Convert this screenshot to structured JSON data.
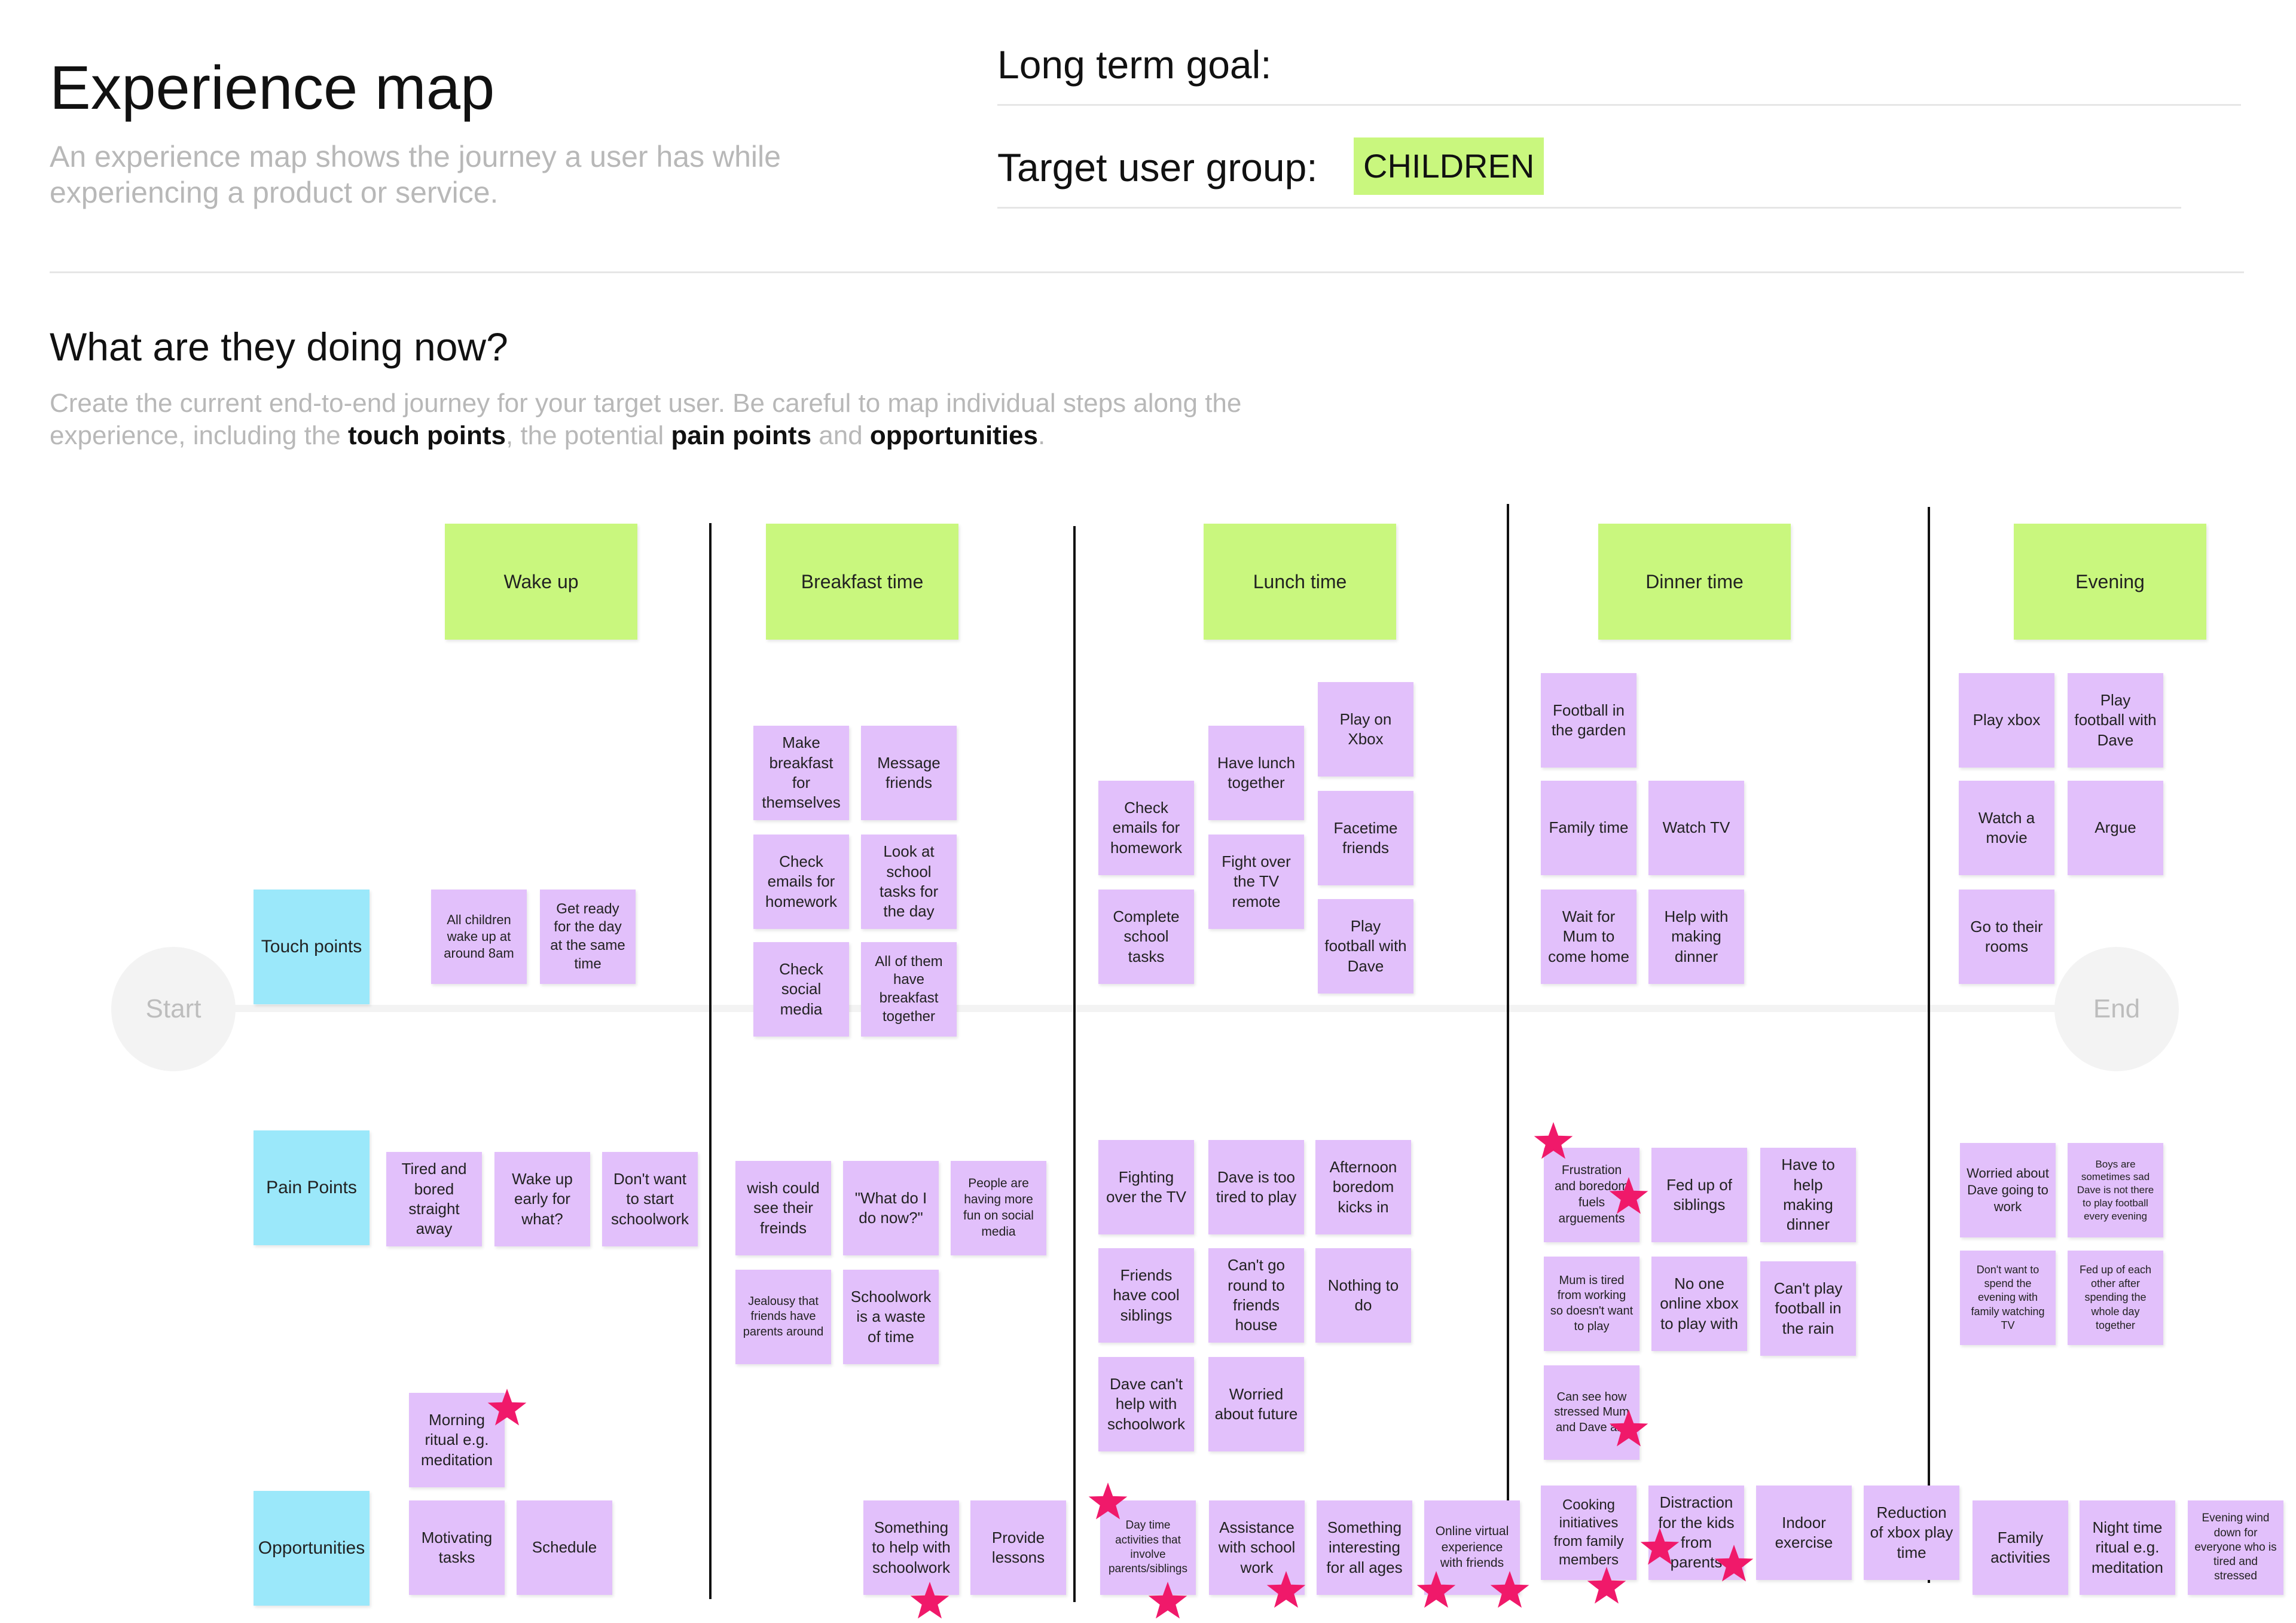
{
  "header": {
    "title": "Experience map",
    "subtitle": "An experience map shows the journey a user has while experiencing a product or service.",
    "long_term_goal_label": "Long term goal:",
    "target_user_group_label": "Target user group:",
    "target_user_group_value": "CHILDREN"
  },
  "section": {
    "heading": "What are they doing now?",
    "instructions_part1": "Create the current end-to-end journey for your target user. Be careful to map individual steps along the experience, including the ",
    "touch_points": "touch points",
    "instructions_part2": ", the potential ",
    "pain_points": "pain points",
    "instructions_part3": " and ",
    "opportunities": "opportunities",
    "instructions_part4": "."
  },
  "timeline": {
    "start_label": "Start",
    "end_label": "End"
  },
  "rows": {
    "touch_points": "Touch points",
    "pain_points": "Pain Points",
    "opportunities": "Opportunities"
  },
  "phases": [
    "Wake up",
    "Breakfast time",
    "Lunch time",
    "Dinner time",
    "Evening"
  ],
  "notes": {
    "wake_up": {
      "touch": [
        "All children wake up at around 8am",
        "Get ready for the day at the same time"
      ],
      "pain": [
        "Tired and bored straight away",
        "Wake up early for what?",
        "Don't want to start schoolwork"
      ],
      "opportunities": [
        "Morning ritual e.g. meditation",
        "Motivating tasks",
        "Schedule"
      ]
    },
    "breakfast": {
      "touch": [
        "Make breakfast for themselves",
        "Message friends",
        "Check emails for homework",
        "Look at school tasks for the day",
        "Check social media",
        "All of them have breakfast together"
      ],
      "pain": [
        "wish could see their freinds",
        "\"What do I do now?\"",
        "People are having more fun on social media",
        "Jealousy that friends have parents around",
        "Schoolwork is a waste of time"
      ],
      "opportunities": [
        "Something to help with schoolwork",
        "Provide lessons"
      ]
    },
    "lunch": {
      "touch": [
        "Play on Xbox",
        "Have lunch together",
        "Check emails for homework",
        "Facetime friends",
        "Fight over the TV remote",
        "Complete school tasks",
        "Play football with Dave"
      ],
      "pain": [
        "Fighting over the TV",
        "Dave is too tired to play",
        "Afternoon boredom kicks in",
        "Friends have cool siblings",
        "Can't go round to friends house",
        "Nothing to do",
        "Dave can't help with schoolwork",
        "Worried about future"
      ],
      "opportunities": [
        "Day time activities that involve parents/siblings",
        "Assistance with school work",
        "Something interesting for all ages",
        "Online virtual experience with friends"
      ]
    },
    "dinner": {
      "touch": [
        "Football in the garden",
        "Family time",
        "Watch TV",
        "Wait for Mum to come home",
        "Help with making dinner"
      ],
      "pain": [
        "Frustration and boredom fuels arguements",
        "Fed up of siblings",
        "Have to help making dinner",
        "Mum is tired from working so doesn't want to play",
        "No one online xbox to play with",
        "Can't play football in the rain",
        "Can see how stressed Mum and Dave are"
      ],
      "opportunities": [
        "Cooking initiatives from family members",
        "Distraction for the kids from parents",
        "Indoor exercise",
        "Reduction of xbox play time"
      ]
    },
    "evening": {
      "touch": [
        "Play xbox",
        "Play football with Dave",
        "Watch a movie",
        "Argue",
        "Go to their rooms"
      ],
      "pain": [
        "Worried about Dave going to work",
        "Boys are sometimes sad Dave is not there to play football every evening",
        "Don't want to spend the evening with family watching TV",
        "Fed up of each other after spending the whole day together"
      ],
      "opportunities": [
        "Family activities",
        "Night time ritual e.g. meditation",
        "Evening wind down for everyone who is tired and stressed"
      ]
    }
  },
  "colors": {
    "phase": "#c9f77e",
    "row_label": "#9be8fa",
    "sticky": "#e2c0fb",
    "star": "#f0196a",
    "highlight": "#c9f77e"
  }
}
